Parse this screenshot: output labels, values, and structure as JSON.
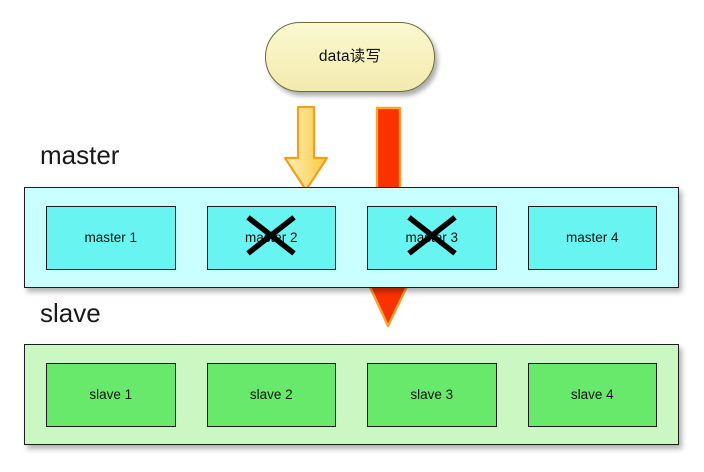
{
  "diagram": {
    "title_node": {
      "label": "data读写",
      "fill_color": "#f7f1bd",
      "border_color": "#6b6b3a"
    },
    "arrows": [
      {
        "name": "read-arrow",
        "color": "#fcd14f",
        "border_color": "#f0a01e",
        "direction": "down",
        "target": "master"
      },
      {
        "name": "write-arrow",
        "color": "#fa3200",
        "border_color": "#f5a623",
        "direction": "down",
        "target": "slave"
      }
    ],
    "groups": [
      {
        "name": "master",
        "label": "master",
        "fill_color": "#c9ffff",
        "node_fill_color": "#68f5f2",
        "nodes": [
          {
            "label": "master 1",
            "crossed_out": false
          },
          {
            "label": "master 2",
            "crossed_out": true
          },
          {
            "label": "master 3",
            "crossed_out": true
          },
          {
            "label": "master 4",
            "crossed_out": false
          }
        ]
      },
      {
        "name": "slave",
        "label": "slave",
        "fill_color": "#cbf7c2",
        "node_fill_color": "#68e96b",
        "nodes": [
          {
            "label": "slave 1",
            "crossed_out": false
          },
          {
            "label": "slave 2",
            "crossed_out": false
          },
          {
            "label": "slave 3",
            "crossed_out": false
          },
          {
            "label": "slave 4",
            "crossed_out": false
          }
        ]
      }
    ]
  }
}
